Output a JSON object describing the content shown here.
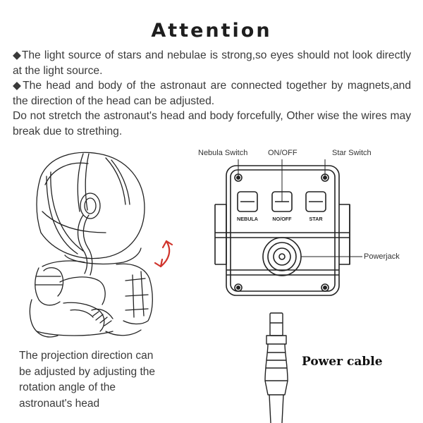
{
  "title": "Attention",
  "paragraphs": [
    "◆The light source of stars and nebulae is strong,so eyes should not look directly at the light source.",
    "◆The head and body of the astronaut are connected together by magnets,and the direction of the head can be adjusted.",
    "Do not stretch the astronaut's head and body forcefully, Other wise the wires may break due to strething."
  ],
  "diagram": {
    "labels": {
      "nebula_switch": "Nebula Switch",
      "on_off": "ON/OFF",
      "star_switch": "Star Switch",
      "powerjack": "Powerjack"
    },
    "switch_labels": {
      "nebula": "NEBULA",
      "no_off": "NO/OFF",
      "star": "STAR"
    }
  },
  "caption_lines": [
    "The projection direction can",
    "be adjusted by adjusting the",
    "rotation angle of the",
    "astronaut's head"
  ],
  "power_cable": "Power cable",
  "colors": {
    "arrow": "#d0342c",
    "line": "#222222"
  }
}
